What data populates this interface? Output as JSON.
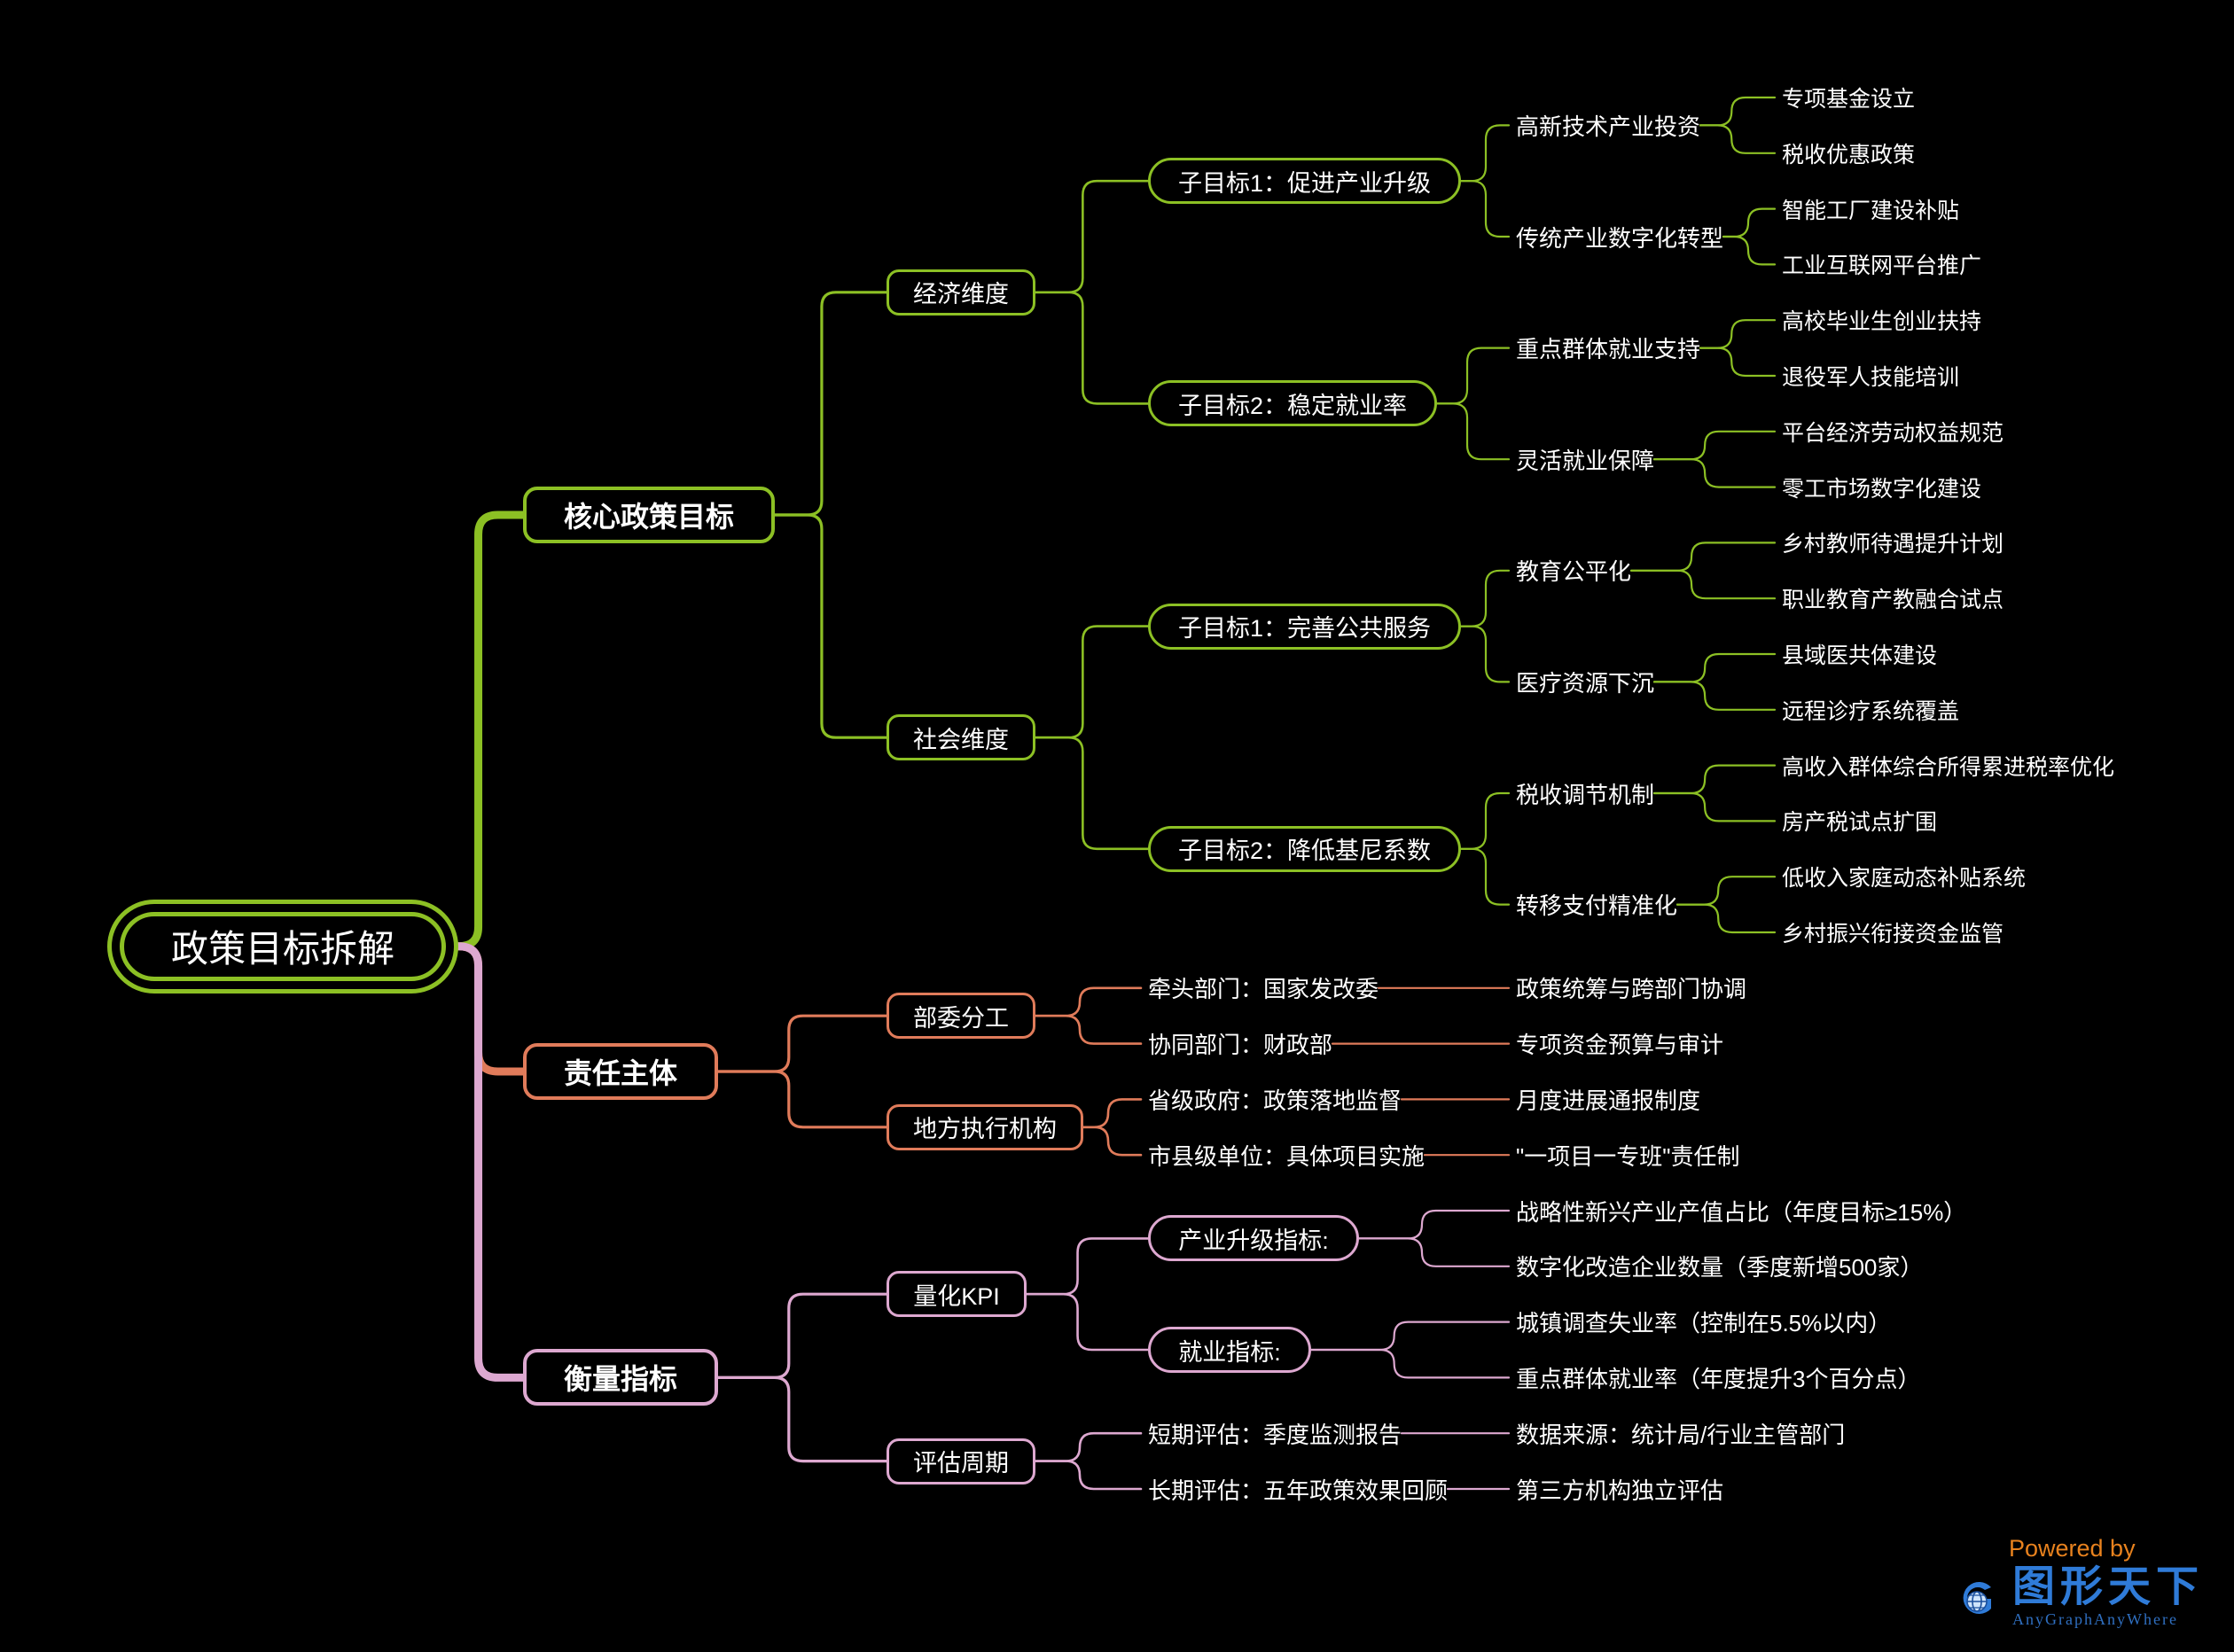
{
  "theme": {
    "background": "#000000",
    "text": "#ffffff",
    "green": "#8CC024",
    "green_line": "#7a9e28",
    "salmon": "#E07B5A",
    "pink": "#DDA8D0",
    "watermark_orange": "#E8821E",
    "watermark_blue": "#2F7BD8"
  },
  "root": {
    "label": "政策目标拆解"
  },
  "branches": [
    {
      "id": "core-policy-goals",
      "label": "核心政策目标",
      "color": "#8CC024",
      "children": [
        {
          "label": "经济维度",
          "children": [
            {
              "label": "子目标1：促进产业升级",
              "children": [
                {
                  "label": "高新技术产业投资",
                  "children": [
                    {
                      "label": "专项基金设立"
                    },
                    {
                      "label": "税收优惠政策"
                    }
                  ]
                },
                {
                  "label": "传统产业数字化转型",
                  "children": [
                    {
                      "label": "智能工厂建设补贴"
                    },
                    {
                      "label": "工业互联网平台推广"
                    }
                  ]
                }
              ]
            },
            {
              "label": "子目标2：稳定就业率",
              "children": [
                {
                  "label": "重点群体就业支持",
                  "children": [
                    {
                      "label": "高校毕业生创业扶持"
                    },
                    {
                      "label": "退役军人技能培训"
                    }
                  ]
                },
                {
                  "label": "灵活就业保障",
                  "children": [
                    {
                      "label": "平台经济劳动权益规范"
                    },
                    {
                      "label": "零工市场数字化建设"
                    }
                  ]
                }
              ]
            }
          ]
        },
        {
          "label": "社会维度",
          "children": [
            {
              "label": "子目标1：完善公共服务",
              "children": [
                {
                  "label": "教育公平化",
                  "children": [
                    {
                      "label": "乡村教师待遇提升计划"
                    },
                    {
                      "label": "职业教育产教融合试点"
                    }
                  ]
                },
                {
                  "label": "医疗资源下沉",
                  "children": [
                    {
                      "label": "县域医共体建设"
                    },
                    {
                      "label": "远程诊疗系统覆盖"
                    }
                  ]
                }
              ]
            },
            {
              "label": "子目标2：降低基尼系数",
              "children": [
                {
                  "label": "税收调节机制",
                  "children": [
                    {
                      "label": "高收入群体综合所得累进税率优化"
                    },
                    {
                      "label": "房产税试点扩围"
                    }
                  ]
                },
                {
                  "label": "转移支付精准化",
                  "children": [
                    {
                      "label": "低收入家庭动态补贴系统"
                    },
                    {
                      "label": "乡村振兴衔接资金监管"
                    }
                  ]
                }
              ]
            }
          ]
        }
      ]
    },
    {
      "id": "responsible-parties",
      "label": "责任主体",
      "color": "#E07B5A",
      "children": [
        {
          "label": "部委分工",
          "children": [
            {
              "label": "牵头部门：国家发改委",
              "children": [
                {
                  "label": "政策统筹与跨部门协调"
                }
              ]
            },
            {
              "label": "协同部门：财政部",
              "children": [
                {
                  "label": "专项资金预算与审计"
                }
              ]
            }
          ]
        },
        {
          "label": "地方执行机构",
          "children": [
            {
              "label": "省级政府：政策落地监督",
              "children": [
                {
                  "label": "月度进展通报制度"
                }
              ]
            },
            {
              "label": "市县级单位：具体项目实施",
              "children": [
                {
                  "label": "\"一项目一专班\"责任制"
                }
              ]
            }
          ]
        }
      ]
    },
    {
      "id": "measurement-indicators",
      "label": "衡量指标",
      "color": "#DDA8D0",
      "children": [
        {
          "label": "量化KPI",
          "children": [
            {
              "label": "产业升级指标:",
              "pill": true,
              "children": [
                {
                  "label": "战略性新兴产业产值占比（年度目标≥15%）"
                },
                {
                  "label": "数字化改造企业数量（季度新增500家）"
                }
              ]
            },
            {
              "label": "就业指标:",
              "pill": true,
              "children": [
                {
                  "label": "城镇调查失业率（控制在5.5%以内）"
                },
                {
                  "label": "重点群体就业率（年度提升3个百分点）"
                }
              ]
            }
          ]
        },
        {
          "label": "评估周期",
          "children": [
            {
              "label": "短期评估：季度监测报告",
              "children": [
                {
                  "label": "数据来源：统计局/行业主管部门"
                }
              ]
            },
            {
              "label": "长期评估：五年政策效果回顾",
              "children": [
                {
                  "label": "第三方机构独立评估"
                }
              ]
            }
          ]
        }
      ]
    }
  ],
  "watermark": {
    "powered_by": "Powered by",
    "brand_cn": "图形天下",
    "brand_en": "AnyGraphAnyWhere",
    "logo_icon": "globe-g-logo-icon"
  }
}
